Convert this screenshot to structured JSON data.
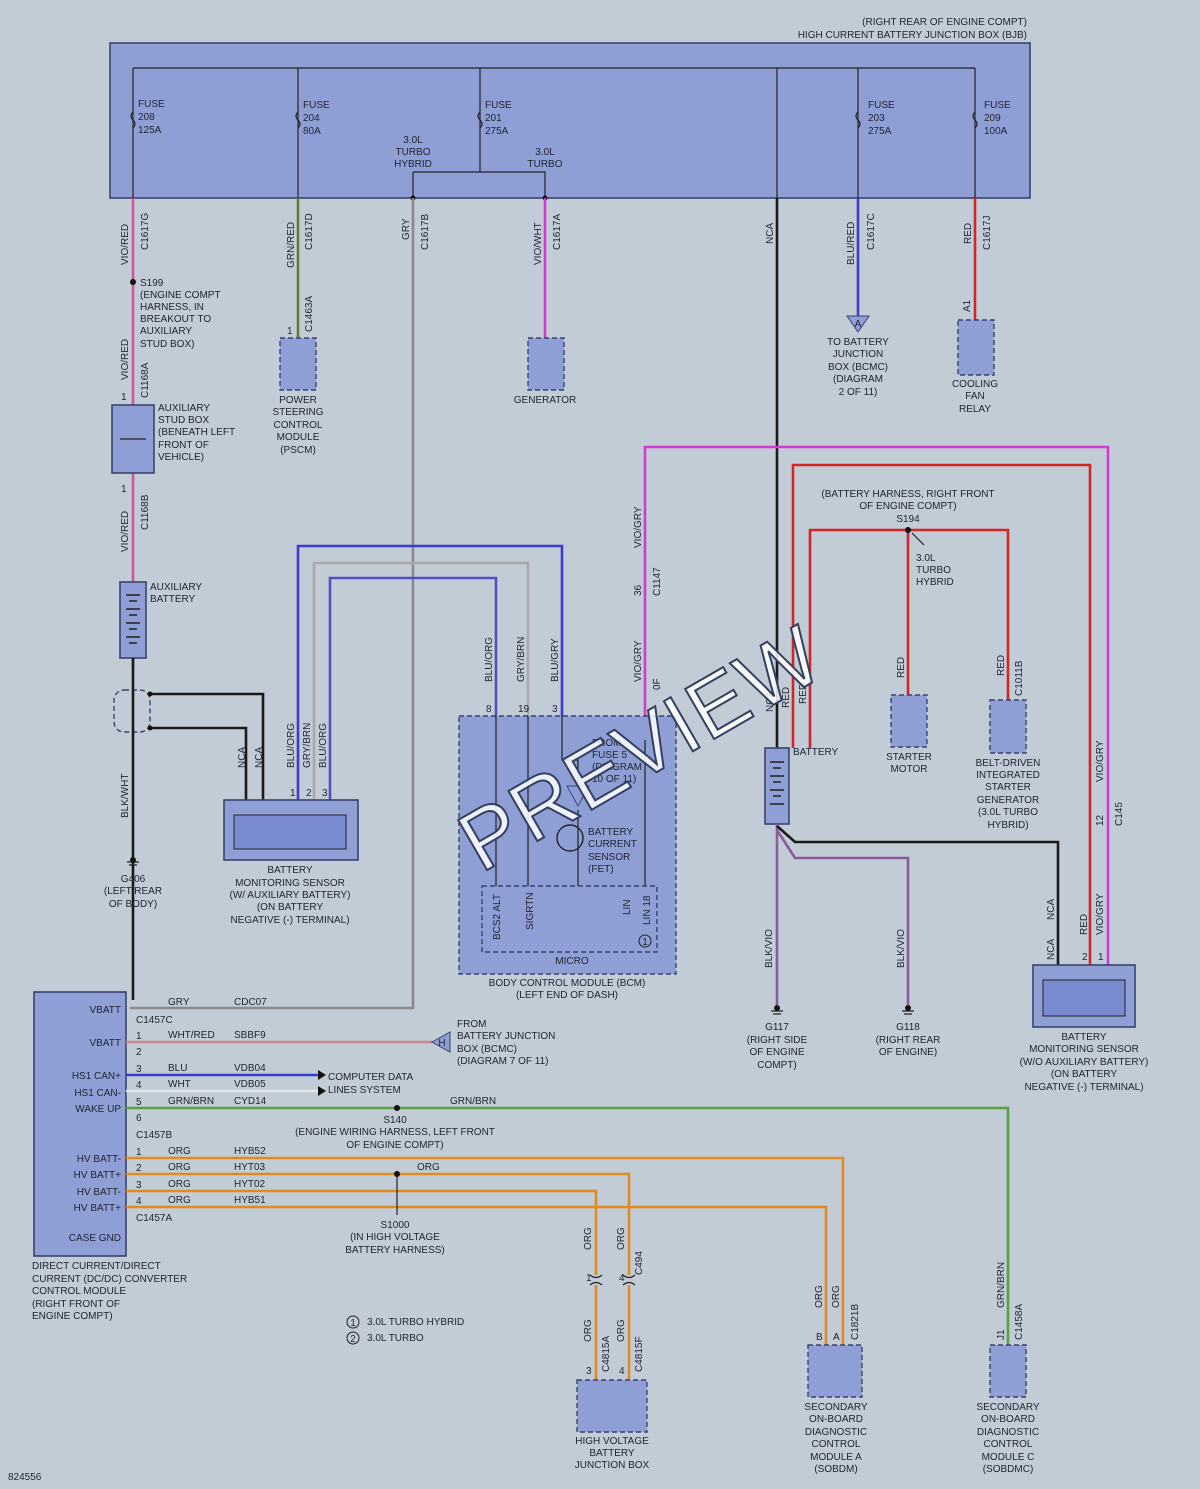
{
  "bjb": {
    "line1": "(RIGHT REAR OF ENGINE COMPT)",
    "line2": "HIGH CURRENT BATTERY JUNCTION BOX (BJB)"
  },
  "fuses": [
    {
      "label": "FUSE",
      "num": "208",
      "amp": "125A"
    },
    {
      "label": "FUSE",
      "num": "204",
      "amp": "80A"
    },
    {
      "label": "FUSE",
      "num": "201",
      "amp": "275A"
    },
    {
      "label": "FUSE",
      "num": "203",
      "amp": "275A"
    },
    {
      "label": "FUSE",
      "num": "209",
      "amp": "100A"
    }
  ],
  "variants": {
    "hybrid_a": "3.0L",
    "hybrid_b": "TURBO",
    "hybrid_c": "HYBRID",
    "turbo_a": "3.0L",
    "turbo_b": "TURBO"
  },
  "wires": {
    "viored": "VIO/RED",
    "grnred": "GRN/RED",
    "gry": "GRY",
    "viowht": "VIO/WHT",
    "nca": "NCA",
    "blured": "BLU/RED",
    "red": "RED",
    "bluorg": "BLU/ORG",
    "grybrn": "GRY/BRN",
    "blugry": "BLU/GRY",
    "viogry": "VIO/GRY",
    "blkwht": "BLK/WHT",
    "blkvio": "BLK/VIO",
    "org": "ORG",
    "grnbrn": "GRN/BRN",
    "whtred": "WHT/RED",
    "blu": "BLU",
    "wht": "WHT"
  },
  "connectors": {
    "c1617g": "C1617G",
    "c1617d": "C1617D",
    "c1617b": "C1617B",
    "c1617a": "C1617A",
    "c1617c": "C1617C",
    "c1617j": "C1617J",
    "c1463a": "C1463A",
    "c1168a": "C1168A",
    "c1168b": "C1168B",
    "c1147": "C1147",
    "c1147f": "0F",
    "c1011b": "C1011B",
    "c145": "C145",
    "c1457c": "C1457C",
    "c1457b": "C1457B",
    "c1457a": "C1457A",
    "c494": "C494",
    "c4815a": "C4815A",
    "c4815f": "C4815F",
    "c1821b": "C1821B",
    "c1458a": "C1458A"
  },
  "pins": {
    "p1": "1",
    "p2": "2",
    "p3": "3",
    "p4": "4",
    "p5": "5",
    "p6": "6",
    "p8": "8",
    "p19": "19",
    "p36": "36",
    "p12": "12",
    "a": "A",
    "a1": "A1",
    "b": "B",
    "j1": "J1",
    "h": "H"
  },
  "splices": {
    "s199": [
      "S199",
      "(ENGINE COMPT",
      "HARNESS, IN",
      "BREAKOUT TO",
      "AUXILIARY",
      "STUD BOX)"
    ],
    "s194": [
      "(BATTERY HARNESS, RIGHT FRONT",
      "OF ENGINE COMPT)",
      "S194"
    ],
    "s194v": [
      "3.0L",
      "TURBO",
      "HYBRID"
    ],
    "s140": [
      "S140",
      "(ENGINE WIRING HARNESS, LEFT FRONT",
      "OF ENGINE COMPT)"
    ],
    "s1000": [
      "S1000",
      "(IN HIGH VOLTAGE",
      "BATTERY HARNESS)"
    ]
  },
  "components": {
    "pscm": [
      "POWER",
      "STEERING",
      "CONTROL",
      "MODULE",
      "(PSCM)"
    ],
    "generator": [
      "GENERATOR"
    ],
    "bcmc_a": [
      "TO BATTERY",
      "JUNCTION",
      "BOX (BCMC)",
      "(DIAGRAM",
      "2 OF 11)"
    ],
    "fan": [
      "COOLING",
      "FAN",
      "RELAY"
    ],
    "stud": [
      "AUXILIARY",
      "STUD BOX",
      "(BENEATH LEFT",
      "FRONT OF",
      "VEHICLE)"
    ],
    "auxbat": [
      "AUXILIARY",
      "BATTERY"
    ],
    "g406": [
      "G406",
      "(LEFT REAR",
      "OF BODY)"
    ],
    "bms1": [
      "BATTERY",
      "MONITORING SENSOR",
      "(W/ AUXILIARY BATTERY)",
      "(ON BATTERY",
      "NEGATIVE (-) TERMINAL)"
    ],
    "bcm": [
      "BODY CONTROL MODULE (BCM)",
      "(LEFT END OF DASH)"
    ],
    "bcm_from": [
      "FROM",
      "FUSE 5",
      "(DIAGRAM",
      "10 OF 11)"
    ],
    "sensor": [
      "BATTERY",
      "CURRENT",
      "SENSOR",
      "(FET)"
    ],
    "micro": "MICRO",
    "bcm_pins": [
      "BCS2 ALT",
      "SIGRTN",
      "LIN",
      "LIN 18"
    ],
    "battery": "BATTERY",
    "starter": [
      "STARTER",
      "MOTOR"
    ],
    "bisg": [
      "BELT-DRIVEN",
      "INTEGRATED",
      "STARTER",
      "GENERATOR",
      "(3.0L TURBO",
      "HYBRID)"
    ],
    "g117": [
      "G117",
      "(RIGHT SIDE",
      "OF ENGINE",
      "COMPT)"
    ],
    "g118": [
      "G118",
      "(RIGHT REAR",
      "OF ENGINE)"
    ],
    "bms2": [
      "BATTERY",
      "MONITORING SENSOR",
      "(W/O AUXILIARY BATTERY)",
      "(ON BATTERY",
      "NEGATIVE (-) TERMINAL)"
    ],
    "dcdc": [
      "DIRECT CURRENT/DIRECT",
      "CURRENT (DC/DC) CONVERTER",
      "CONTROL MODULE",
      "(RIGHT FRONT OF",
      "ENGINE COMPT)"
    ],
    "dcdc_pins": [
      "VBATT",
      "VBATT",
      "HS1 CAN+",
      "HS1 CAN-",
      "WAKE UP",
      "HV BATT-",
      "HV BATT+",
      "HV BATT-",
      "HV BATT+",
      "CASE GND"
    ],
    "bcmc_h": [
      "FROM",
      "BATTERY JUNCTION",
      "BOX (BCMC)",
      "(DIAGRAM 7 OF 11)"
    ],
    "cdl": [
      "COMPUTER DATA",
      "LINES SYSTEM"
    ],
    "hvbjb": [
      "HIGH VOLTAGE",
      "BATTERY",
      "JUNCTION BOX"
    ],
    "sobdm": [
      "SECONDARY",
      "ON-BOARD",
      "DIAGNOSTIC",
      "CONTROL",
      "MODULE A",
      "(SOBDM)"
    ],
    "sobdmc": [
      "SECONDARY",
      "ON-BOARD",
      "DIAGNOSTIC",
      "CONTROL",
      "MODULE C",
      "(SOBDMC)"
    ]
  },
  "circuits": {
    "cdc07": "CDC07",
    "sbbf9": "SBBF9",
    "vdb04": "VDB04",
    "vdb05": "VDB05",
    "cyd14": "CYD14",
    "hyb52": "HYB52",
    "hyt03": "HYT03",
    "hyt02": "HYT02",
    "hyb51": "HYB51"
  },
  "legend": {
    "n1": "1",
    "t1": "3.0L TURBO HYBRID",
    "n2": "2",
    "t2": "3.0L TURBO"
  },
  "footer": {
    "id": "824556"
  },
  "watermark": "PREVIEW",
  "colors": {
    "vio": "#d23bd0",
    "grn": "#5c7e2f",
    "gry": "#8a8a8a",
    "blu": "#3b3bd0",
    "red": "#d22626",
    "blk": "#1a1a1a",
    "org": "#e08a20",
    "grnbrn": "#5aa040",
    "brn": "#9a7a5a",
    "whtred": "#c98a8a",
    "pink": "#d84fa8"
  }
}
